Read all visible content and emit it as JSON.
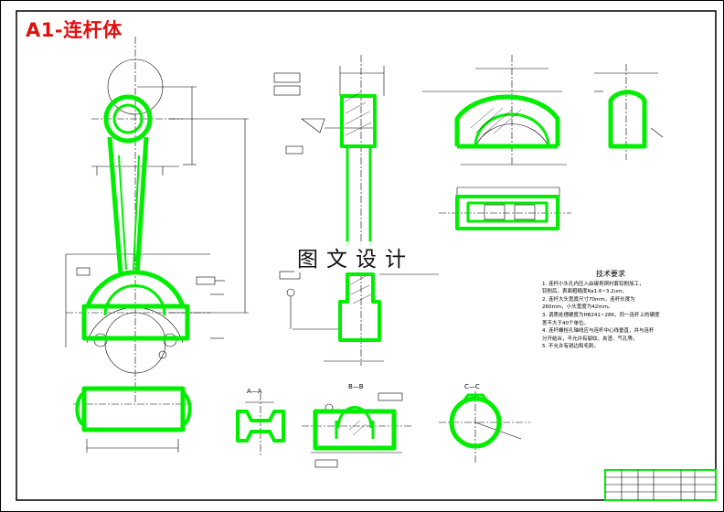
{
  "drawing": {
    "title": "A1-连杆体",
    "watermark": "图文设计",
    "colors": {
      "title": "#e01010",
      "highlight": "#00ee00",
      "line": "#000000",
      "border": "#000000"
    }
  },
  "section_labels": {
    "a_a": "A—A",
    "b_b": "B—B",
    "c_c": "C—C"
  },
  "technical_requirements": {
    "title": "技术要求",
    "items": [
      "1. 连杆小头孔内压入由锡青铜衬套铰削加工，",
      "   铰削后，表面粗糙度Ra1.6~3.2um。",
      "2. 连杆大头宽度尺寸70mm，连杆长度为",
      "   260mm，小头宽度为42mm。",
      "3. 调质处理硬度为HB241~286，同一连杆上的硬度",
      "   差不大于40个单位。",
      "4. 连杆螺栓孔轴线应与连杆中心线垂直，并与连杆",
      "   分开结合，不允许有裂纹、夹渣、气孔等。",
      "5. 不允许有锐边和毛刺。"
    ]
  }
}
